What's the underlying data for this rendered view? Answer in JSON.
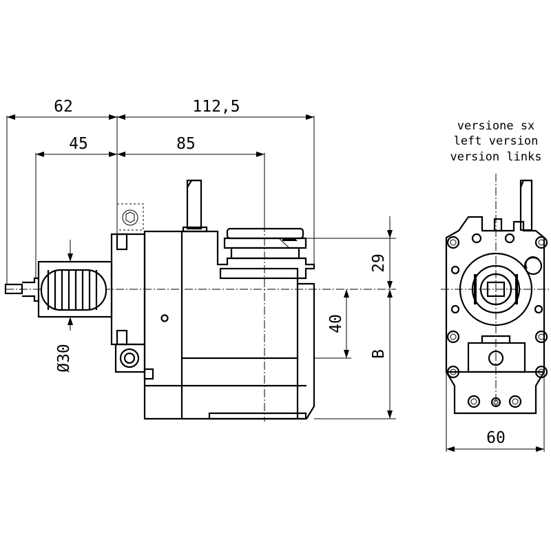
{
  "dimensions": {
    "overall_left": "62",
    "overall_top": "112,5",
    "inner_left": "45",
    "inner_top": "85",
    "height_29": "29",
    "height_40": "40",
    "height_b": "B",
    "diameter": "Ø30",
    "width_right": "60"
  },
  "version_note": {
    "line1": "versione sx",
    "line2": "left version",
    "line3": "version links"
  }
}
